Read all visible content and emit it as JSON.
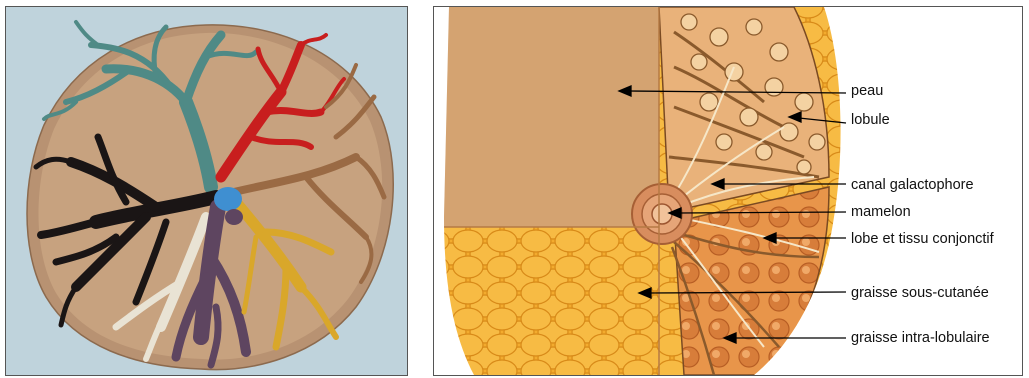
{
  "figure": {
    "left_panel": {
      "subject": "cast of mammary duct lobes"
    },
    "right_panel": {
      "labels": [
        {
          "key": "peau",
          "text": "peau"
        },
        {
          "key": "lobule",
          "text": "lobule"
        },
        {
          "key": "canal",
          "text": "canal galactophore"
        },
        {
          "key": "mamelon",
          "text": "mamelon"
        },
        {
          "key": "lobe",
          "text": "lobe et tissu conjonctif"
        },
        {
          "key": "graisse-sous",
          "text": "graisse sous-cutanée"
        },
        {
          "key": "graisse-intra",
          "text": "graisse intra-lobulaire"
        }
      ]
    }
  },
  "colors": {
    "teal": "#4f8a86",
    "red": "#c81e1e",
    "brown": "#9a6a44",
    "black": "#1a1515",
    "purple": "#5e4560",
    "yellow": "#d9a72a",
    "cream": "#e9e3d4",
    "blue": "#3f8fd1",
    "tan": "#b99470",
    "skin": "#d8a877",
    "fat": "#f0a82c"
  }
}
